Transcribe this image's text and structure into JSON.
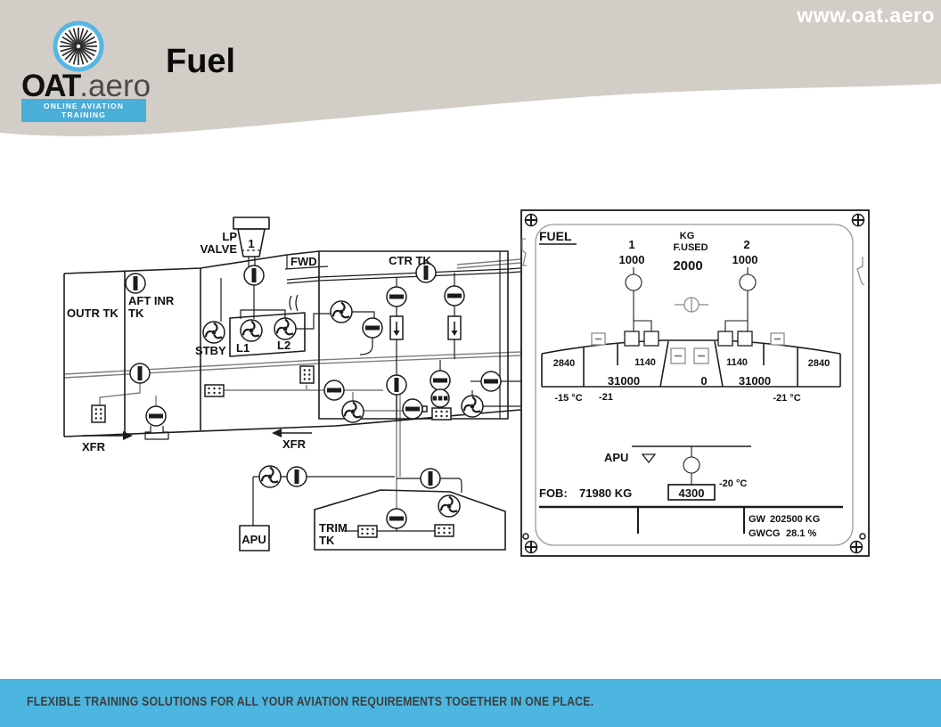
{
  "header": {
    "title": "Fuel",
    "website": "www.oat.aero",
    "logo": {
      "brand_bold": "OAT",
      "brand_suffix": ".aero",
      "tagline": "ONLINE AVIATION TRAINING"
    }
  },
  "footer": {
    "text": "FLEXIBLE TRAINING SOLUTIONS FOR ALL YOUR AVIATION REQUIREMENTS TOGETHER IN ONE PLACE."
  },
  "colors": {
    "header_beige": "#d3cdc7",
    "footer_blue": "#4cb6e0",
    "tagline_blue": "#49aed8",
    "line_black": "#1c1c1c",
    "pipe_gray": "#7e7e7e"
  },
  "schematic": {
    "engine_number": "1",
    "labels": {
      "lp_valve_line1": "LP",
      "lp_valve_line2": "VALVE",
      "fwd": "FWD",
      "ctr_tk": "CTR TK",
      "outr_tk": "OUTR TK",
      "aft_inr_line1": "AFT INR",
      "aft_inr_line2": "TK",
      "stby": "STBY",
      "l1": "L1",
      "l2": "L2",
      "xfr_left": "XFR",
      "xfr_right": "XFR",
      "apu": "APU",
      "trim_line1": "TRIM",
      "trim_line2": "TK"
    }
  },
  "ecam": {
    "title": "FUEL",
    "kg_label": "KG",
    "fused_label": "F.USED",
    "eng1_id": "1",
    "eng1_fused": "1000",
    "eng2_id": "2",
    "eng2_fused": "1000",
    "total_fused": "2000",
    "qty_outer_left": "2840",
    "qty_collector_left": "1140",
    "qty_inner_left": "31000",
    "qty_center": "0",
    "qty_inner_right": "31000",
    "qty_collector_right": "1140",
    "qty_outer_right": "2840",
    "temp_outer_left": "-15 °C",
    "temp_inner_left": "-21",
    "temp_outer_right": "-21 °C",
    "apu_label": "APU",
    "trim_qty": "4300",
    "trim_temp": "-20 °C",
    "fob_label": "FOB:",
    "fob_value": "71980 KG",
    "gw_label": "GW",
    "gw_value": "202500 KG",
    "gwcg_label": "GWCG",
    "gwcg_value": "28.1 %"
  }
}
